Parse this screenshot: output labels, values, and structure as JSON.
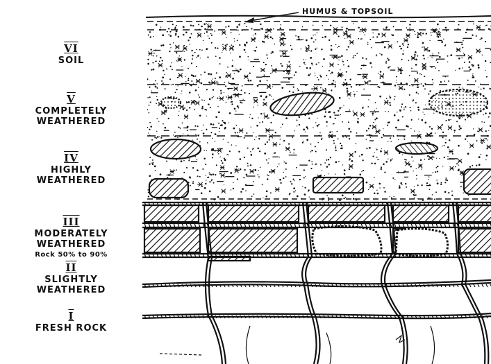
{
  "top_label": "HUMUS & TOPSOIL",
  "zones": [
    {
      "grade": "VI",
      "lines": [
        "SOIL"
      ]
    },
    {
      "grade": "V",
      "lines": [
        "COMPLETELY",
        "WEATHERED"
      ]
    },
    {
      "grade": "IV",
      "lines": [
        "HIGHLY",
        "WEATHERED"
      ]
    },
    {
      "grade": "III",
      "lines": [
        "MODERATELY",
        "WEATHERED"
      ],
      "note": "Rock 50% to 90%"
    },
    {
      "grade": "II",
      "lines": [
        "SLIGHTLY",
        "WEATHERED"
      ]
    },
    {
      "grade": "I",
      "lines": [
        "FRESH ROCK"
      ]
    }
  ]
}
